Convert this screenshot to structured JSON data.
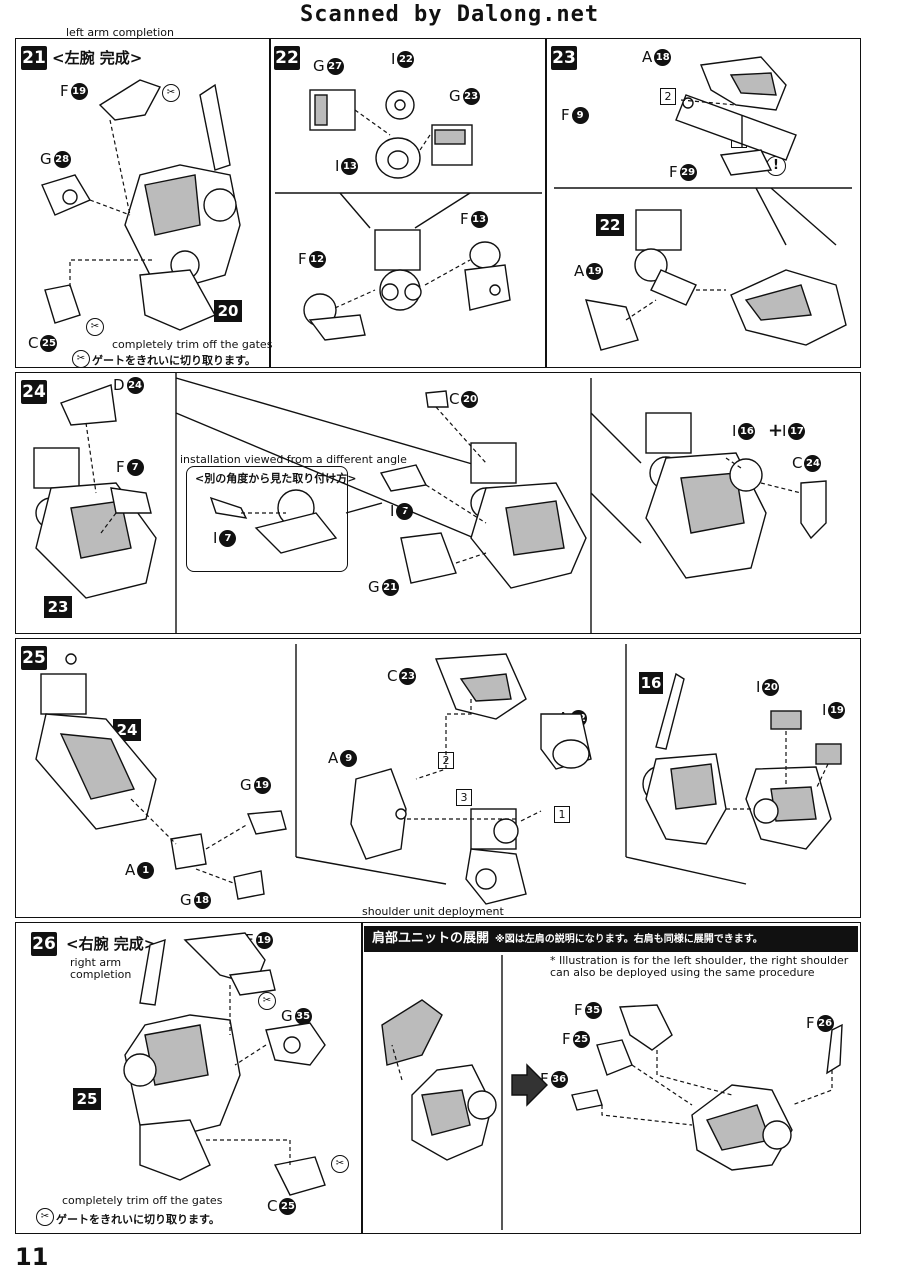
{
  "header": {
    "scan_credit": "Scanned by Dalong.net",
    "left_arm_translation": "left arm completion",
    "page_number": "11"
  },
  "steps": {
    "s21": {
      "number": "21",
      "title": "<左腕 完成>",
      "parts": [
        {
          "letter": "F",
          "num": "19"
        },
        {
          "letter": "G",
          "num": "28"
        },
        {
          "letter": "C",
          "num": "25"
        }
      ],
      "assembly": "20",
      "gate_en": "completely trim off the gates",
      "gate_jp": "ゲートをきれいに切り取ります。"
    },
    "s22": {
      "number": "22",
      "parts": [
        {
          "letter": "G",
          "num": "27"
        },
        {
          "letter": "I",
          "num": "22"
        },
        {
          "letter": "G",
          "num": "23"
        },
        {
          "letter": "I",
          "num": "13"
        },
        {
          "letter": "F",
          "num": "12"
        },
        {
          "letter": "F",
          "num": "13"
        }
      ]
    },
    "s23": {
      "number": "23",
      "parts": [
        {
          "letter": "A",
          "num": "18"
        },
        {
          "letter": "F",
          "num": "9"
        },
        {
          "letter": "F",
          "num": "29"
        },
        {
          "letter": "A",
          "num": "19"
        }
      ],
      "order": [
        "2",
        "1"
      ],
      "assembly": "22",
      "caution": "!"
    },
    "s24": {
      "number": "24",
      "parts": [
        {
          "letter": "D",
          "num": "24"
        },
        {
          "letter": "F",
          "num": "7"
        },
        {
          "letter": "I",
          "num": "7"
        },
        {
          "letter": "I",
          "num": "7"
        },
        {
          "letter": "C",
          "num": "20"
        },
        {
          "letter": "G",
          "num": "21"
        },
        {
          "letter": "I",
          "num": "16"
        },
        {
          "letter": "I",
          "num": "17"
        },
        {
          "letter": "C",
          "num": "24"
        }
      ],
      "plus": "+",
      "assembly": "23",
      "angle_en": "installation viewed from a different angle",
      "angle_jp": "<別の角度から見た取り付け方>"
    },
    "s25": {
      "number": "25",
      "parts": [
        {
          "letter": "G",
          "num": "19"
        },
        {
          "letter": "A",
          "num": "1"
        },
        {
          "letter": "G",
          "num": "18"
        },
        {
          "letter": "C",
          "num": "23"
        },
        {
          "letter": "A",
          "num": "12"
        },
        {
          "letter": "A",
          "num": "9"
        },
        {
          "letter": "I",
          "num": "20"
        },
        {
          "letter": "I",
          "num": "19"
        }
      ],
      "order": [
        "2",
        "3",
        "1"
      ],
      "assembly": "24",
      "assembly2": "16"
    },
    "s26": {
      "number": "26",
      "title": "<右腕 完成>",
      "right_arm_en": "right arm\ncompletion",
      "parts": [
        {
          "letter": "F",
          "num": "19"
        },
        {
          "letter": "G",
          "num": "35"
        },
        {
          "letter": "C",
          "num": "25"
        }
      ],
      "assembly": "25",
      "gate_en": "completely trim off the gates",
      "gate_jp": "ゲートをきれいに切り取ります。"
    },
    "shoulder": {
      "en_title": "shoulder unit deployment",
      "banner": "肩部ユニットの展開",
      "banner_note": "※図は左肩の説明になります。右肩も同様に展開できます。",
      "note_en": "* Illustration is for the left shoulder, the right shoulder can also be deployed using the same procedure",
      "parts": [
        {
          "letter": "F",
          "num": "35"
        },
        {
          "letter": "F",
          "num": "25"
        },
        {
          "letter": "F",
          "num": "36"
        },
        {
          "letter": "F",
          "num": "26"
        }
      ]
    }
  }
}
